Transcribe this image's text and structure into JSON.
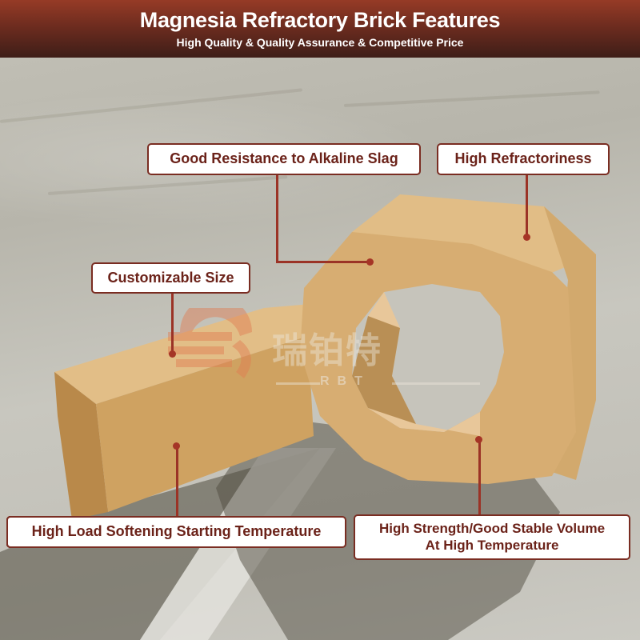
{
  "header": {
    "title": "Magnesia Refractory Brick Features",
    "subtitle": "High Quality & Quality Assurance & Competitive Price",
    "gradient_top": "#963b26",
    "gradient_bottom": "#3e1e18"
  },
  "labels": [
    {
      "id": "alkaline-slag",
      "text": "Good Resistance to Alkaline Slag"
    },
    {
      "id": "refractoriness",
      "text": "High Refractoriness"
    },
    {
      "id": "customizable-size",
      "text": "Customizable Size"
    },
    {
      "id": "load-softening",
      "text": "High Load Softening Starting Temperature"
    },
    {
      "id": "strength-volume-line1",
      "text": "High Strength/Good Stable Volume"
    },
    {
      "id": "strength-volume-line2",
      "text": "At High Temperature"
    }
  ],
  "watermark": {
    "chinese": "瑞铂特",
    "latin": "RBT",
    "logo_color": "#e07a4f"
  },
  "colors": {
    "label_border": "#7a2d22",
    "label_text": "#6b2219",
    "connector": "#9b3326",
    "brick_light": "#e3bf88",
    "brick_mid": "#d1a465",
    "brick_dark": "#b58847"
  }
}
